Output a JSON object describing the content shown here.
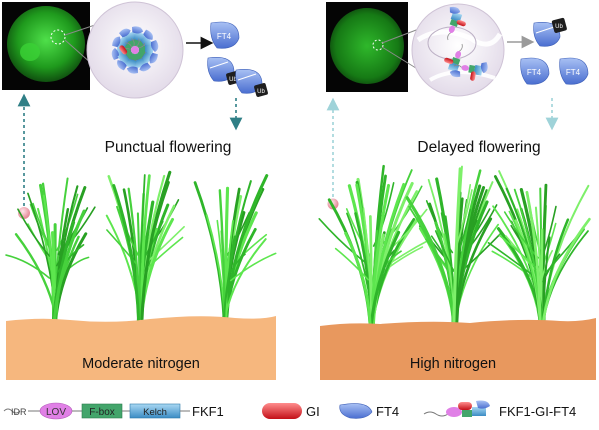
{
  "panels": {
    "left": {
      "caption": "Punctual flowering",
      "soil_label": "Moderate nitrogen"
    },
    "right": {
      "caption": "Delayed flowering",
      "soil_label": "High nitrogen"
    }
  },
  "protein_labels": {
    "ft4": "FT4",
    "ub": "Ub"
  },
  "legend": {
    "idr": "IDR",
    "lov": "LOV",
    "fbox": "F-box",
    "kelch": "Kelch",
    "fkf1": "FKF1",
    "gi": "GI",
    "ft4": "FT4",
    "complex": "FKF1-GI-FT4"
  },
  "colors": {
    "soil_moderate": "#f6b77e",
    "soil_high": "#e8985e",
    "plant_green": "#36c22e",
    "gfp_green": "#1d8f1c",
    "arrow_teal": "#2f7f86",
    "arrow_light": "#9fd3d9",
    "lov_pink": "#e080e6",
    "fbox_green": "#43a56b",
    "kelch_blue": "#5aa6d6",
    "gi_red": "#e0232b",
    "ft4_blue": "#6f8fdc",
    "ub_black": "#1e1e1e"
  }
}
